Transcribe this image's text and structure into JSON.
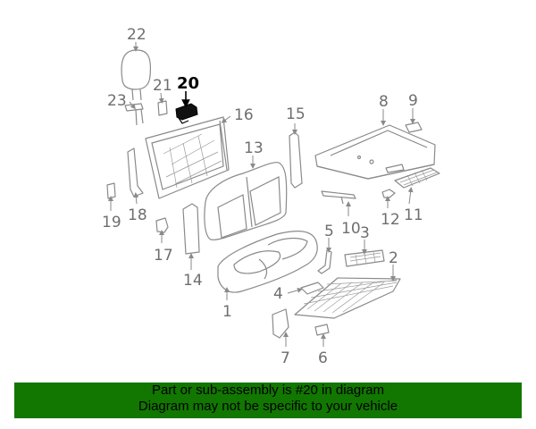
{
  "diagram": {
    "highlight_part": "20",
    "highlight_color": "#000000",
    "callouts": [
      "1",
      "2",
      "3",
      "4",
      "5",
      "6",
      "7",
      "8",
      "9",
      "10",
      "11",
      "12",
      "13",
      "14",
      "15",
      "16",
      "17",
      "18",
      "19",
      "20",
      "21",
      "22",
      "23"
    ]
  },
  "footer": {
    "line1": "Part or sub-assembly is #20 in diagram",
    "line2": "Diagram may not be specific to your vehicle",
    "background": "#117700"
  }
}
